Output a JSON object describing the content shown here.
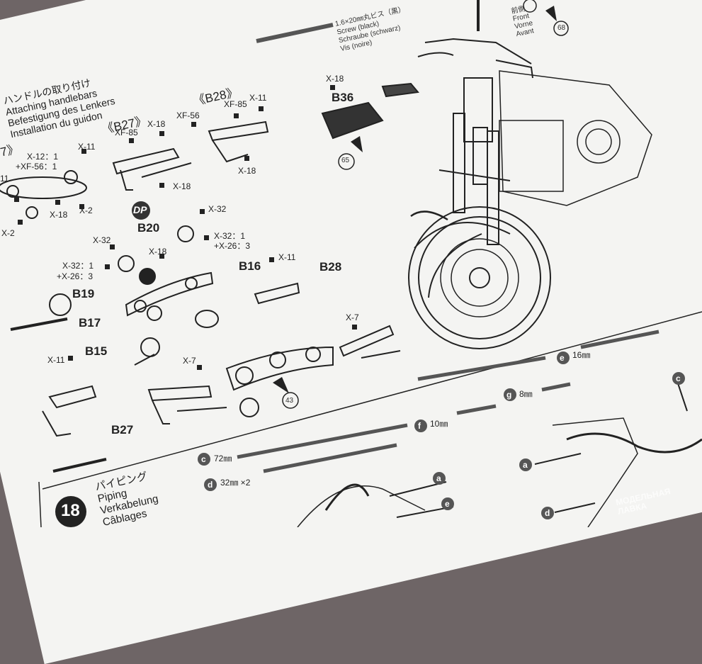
{
  "screw": {
    "size": "1.6×20㎜丸ビス（黒）",
    "en": "Screw (black)",
    "de": "Schraube (schwarz)",
    "fr": "Vis (noire)"
  },
  "direction": {
    "jp": "前側",
    "en": "Front",
    "de": "Vorne",
    "fr": "Avant",
    "ref_num": "68"
  },
  "section_handlebars": {
    "jp": "ハンドルの取り付け",
    "en": "Attaching handlebars",
    "de": "Befestigung des Lenkers",
    "fr": "Installation du guidon"
  },
  "groups": {
    "b28": "《B28》",
    "b27": "《B27》",
    "b17_partial": "7》"
  },
  "parts": {
    "b36": "B36",
    "b20": "B20",
    "b19": "B19",
    "b17": "B17",
    "b15": "B15",
    "b16": "B16",
    "b28": "B28",
    "b27": "B27",
    "dp": "DP",
    "x11": "X-11",
    "x18": "X-18",
    "xf85": "XF-85",
    "xf56": "XF-56",
    "x32": "X-32",
    "x2": "X-2",
    "x7": "X-7",
    "mix_x12_xf56": "X-12：1",
    "mix_x12_xf56_b": "+XF-56：1",
    "mix_x32_x26": "X-32：1",
    "mix_x32_x26_b": "+X-26：3",
    "mix_x32_x26_left": "X-32：1",
    "mix_x32_x26_left_b": "+X-26：3",
    "partial_11": "11"
  },
  "refs": {
    "r65": "65",
    "r43": "43"
  },
  "piping": {
    "step": "18",
    "jp": "パイピング",
    "en": "Piping",
    "de": "Verkabelung",
    "fr": "Câblages",
    "lengths": [
      {
        "key": "e",
        "len": "16㎜"
      },
      {
        "key": "g",
        "len": "8㎜"
      },
      {
        "key": "f",
        "len": "10㎜"
      },
      {
        "key": "c",
        "len": "72㎜"
      },
      {
        "key": "d",
        "len": "32㎜ ×2"
      }
    ],
    "callouts": [
      "a",
      "e",
      "c",
      "a",
      "d"
    ]
  },
  "watermark": {
    "line1": "МОДЕЛЬНАЯ",
    "line2": "ЛАВКА"
  }
}
